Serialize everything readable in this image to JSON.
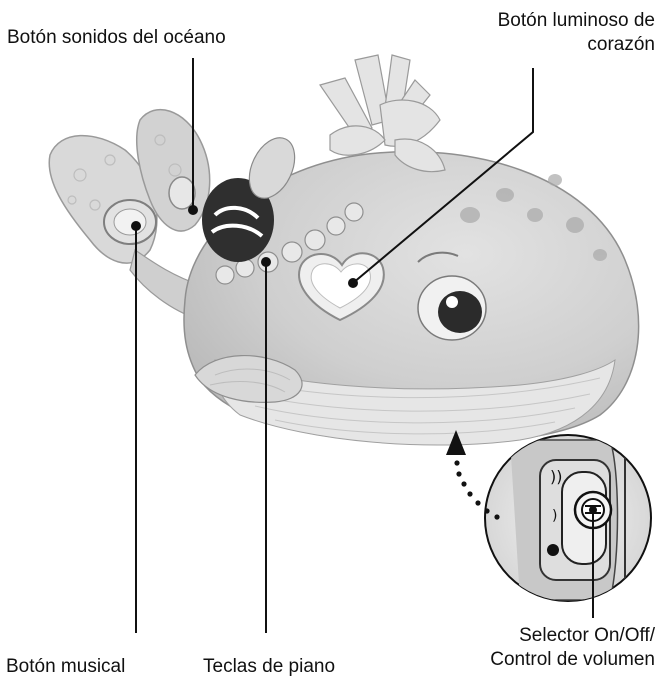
{
  "callouts": {
    "ocean_button": "Botón sonidos del océano",
    "heart_button_line1": "Botón luminoso de",
    "heart_button_line2": "corazón",
    "musical_button": "Botón musical",
    "piano_keys": "Teclas de piano",
    "selector_line1": "Selector On/Off/",
    "selector_line2": "Control de volumen"
  },
  "colors": {
    "body": "#d4d4d4",
    "body_shade": "#bdbdbd",
    "belly": "#e9e9e9",
    "outline": "#7a7a7a",
    "eye": "#2b2b2b",
    "callout_line": "#111111",
    "background": "#ffffff"
  }
}
